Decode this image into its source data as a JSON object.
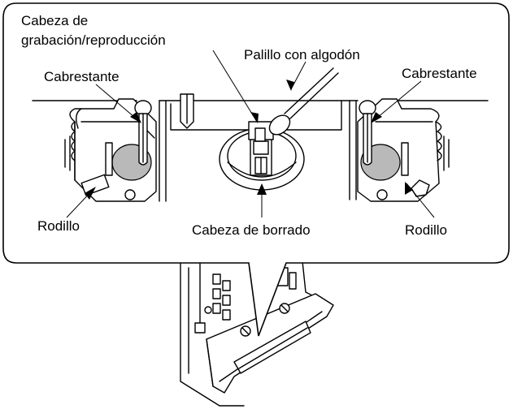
{
  "labels": {
    "recording_head_line1": "Cabeza de",
    "recording_head_line2": "grabación/reproducción",
    "cotton_swab": "Palillo con algodón",
    "capstan_left": "Cabrestante",
    "capstan_right": "Cabrestante",
    "pinch_roller_left": "Rodillo",
    "pinch_roller_right": "Rodillo",
    "erase_head": "Cabeza de borrado"
  },
  "colors": {
    "line": "#000000",
    "roller_fill": "#b9b9b9",
    "background": "#ffffff"
  }
}
